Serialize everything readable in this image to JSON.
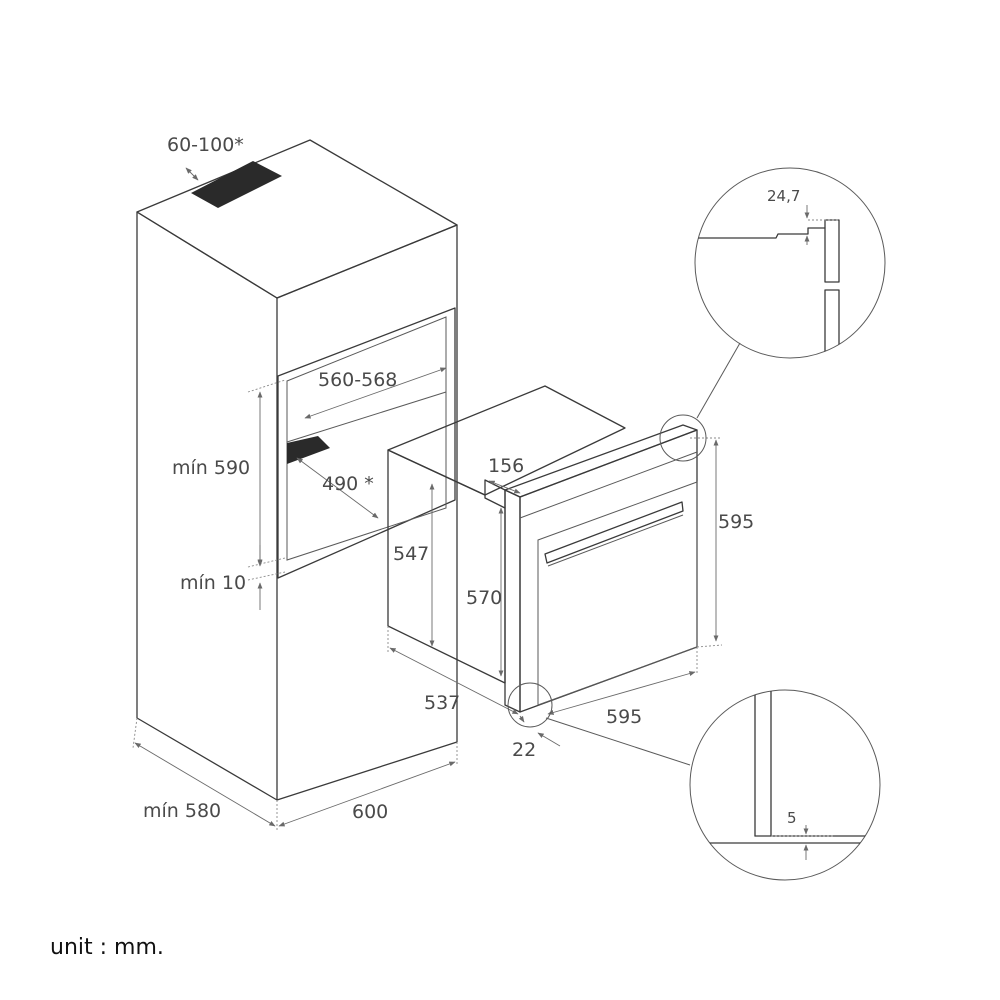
{
  "colors": {
    "line": "#3a3a3a",
    "dimension": "#6a6a6a",
    "text": "#4a4a4a",
    "vent": "#2a2a2a"
  },
  "unit_note": "unit : mm.",
  "cabinet": {
    "vent": "60-100*",
    "niche_width": "560-568",
    "niche_height": "mín 590",
    "shelf_depth": "490 *",
    "bottom_gap": "mín 10",
    "depth": "mín 580",
    "width": "600"
  },
  "oven": {
    "top_offset": "156",
    "body_height": "547",
    "front_height": "570",
    "total_height": "595",
    "depth": "537",
    "front_width": "595",
    "front_thickness": "22"
  },
  "detail_top": {
    "value": "24,7"
  },
  "detail_bottom": {
    "value": "5"
  }
}
